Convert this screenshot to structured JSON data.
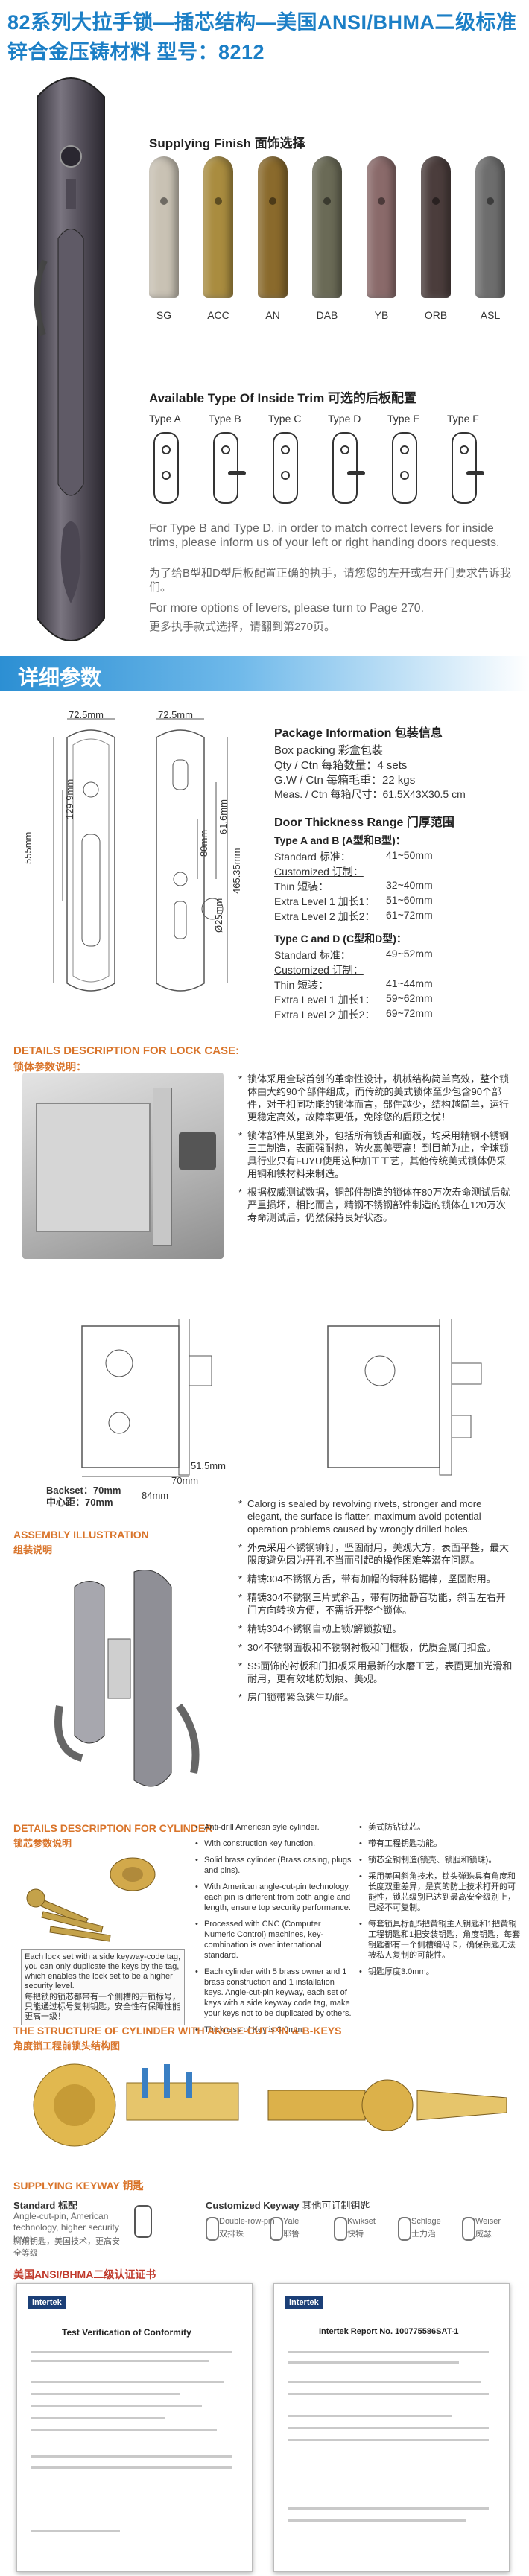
{
  "header": {
    "title_line1": "82系列大拉手锁—插芯结构—美国ANSI/BHMA二级标准",
    "title_line2": "锌合金压铸材料    型号：8212"
  },
  "finish": {
    "title": "Supplying Finish",
    "title_cn": "面饰选择",
    "items": [
      {
        "code": "SG",
        "color": "#c9c2b4"
      },
      {
        "code": "ACC",
        "color": "#a98c3f"
      },
      {
        "code": "AN",
        "color": "#8a6a2c"
      },
      {
        "code": "DAB",
        "color": "#6a6a56"
      },
      {
        "code": "YB",
        "color": "#8a6a6a"
      },
      {
        "code": "ORB",
        "color": "#4b3d3c"
      },
      {
        "code": "ASL",
        "color": "#6d6d6d"
      }
    ]
  },
  "trim": {
    "title": "Available Type Of Inside Trim",
    "title_cn": "可选的后板配置",
    "types": [
      "Type A",
      "Type B",
      "Type C",
      "Type D",
      "Type E",
      "Type F"
    ],
    "note_en": "For Type B and Type D, in order to match correct levers for inside trims, please inform us of your left or right handing doors requests.",
    "note_cn": "为了给B型和D型后板配置正确的执手，请您您的左开或右开门要求告诉我们。",
    "more_en": "For more options of levers, please turn to Page 270.",
    "more_cn": "更多执手款式选择，请翻到第270页。"
  },
  "details_bar": {
    "label": "详细参数"
  },
  "drawing": {
    "width_left": "72.5mm",
    "width_right": "72.5mm",
    "h_555": "555mm",
    "h_129": "129.9mm",
    "h_465": "465.35mm",
    "h_61": "61.6mm",
    "h_80": "80mm",
    "d_25": "Ø25mm"
  },
  "package": {
    "title": "Package  Information",
    "title_cn": "包装信息",
    "lines": [
      "Box packing 彩盒包装",
      "Qty / Ctn 每箱数量：4 sets",
      "G.W / Ctn 每箱毛重：22 kgs",
      "Meas. / Ctn 每箱尺寸：61.5X43X30.5 cm"
    ]
  },
  "thickness": {
    "title": "Door Thickness Range",
    "title_cn": "门厚范围",
    "ab_title": "Type A and B (A型和B型)：",
    "ab_rows": [
      {
        "k": "Standard 标准：",
        "v": "41~50mm"
      },
      {
        "k": "Customized 订制：",
        "v": ""
      },
      {
        "k": "Thin 短装：",
        "v": "32~40mm"
      },
      {
        "k": "Extra Level 1 加长1：",
        "v": "51~60mm"
      },
      {
        "k": "Extra Level 2 加长2：",
        "v": "61~72mm"
      }
    ],
    "cd_title": "Type C and D (C型和D型)：",
    "cd_rows": [
      {
        "k": "Standard 标准：",
        "v": "49~52mm"
      },
      {
        "k": "Customized 订制：",
        "v": ""
      },
      {
        "k": "Thin 短装：",
        "v": "41~44mm"
      },
      {
        "k": "Extra Level 1 加长1：",
        "v": "59~62mm"
      },
      {
        "k": "Extra Level 2 加长2：",
        "v": "69~72mm"
      }
    ]
  },
  "lockcase": {
    "title": "DETAILS DESCRIPTION FOR LOCK CASE:",
    "title_cn": "锁体参数说明：",
    "bullets_top": [
      "锁体采用全球首创的革命性设计，机械结构简单高效，整个锁体由大约90个部件组成，而传统的美式锁体至少包含90个部件，对于相同功能的锁体而言，部件越少，结构越简单，运行更稳定高效，故障率更低，免除您的后顾之忧！",
      "锁体部件从里到外，包括所有锁舌和面板，均采用精钢不锈钢三工制造，表面强耐热，防火离美要高！到目前为止，全球锁具行业只有FUYU使用这种加工工艺，其他传统美式锁体仍采用铜和铁材料来制造。",
      "根据权威测试数据，铜部件制造的锁体在80万次寿命测试后就严重损坏，相比而言，精钢不锈钢部件制造的锁体在120万次寿命测试后，仍然保持良好状态。"
    ],
    "backset": "Backset：70mm",
    "center": "中心距：70mm",
    "dim_84": "84mm",
    "dim_70": "70mm",
    "dim_51": "51.5mm",
    "bullets_bottom": [
      "Calorg is sealed by revolving rivets, stronger and more elegant, the surface is flatter, maximum avoid potential operation problems caused by wrongly drilled holes.",
      "外壳采用不锈钢铆钉，坚固耐用，美观大方，表面平整，最大限度避免因为开孔不当而引起的操作困难等潜在问题。",
      "精铸304不锈钢方舌，带有加帽的特种防锯棒，坚固耐用。",
      "精铸304不锈钢三片式斜舌，带有防插静音功能，斜舌左右开门方向转换方便，不需拆开整个锁体。",
      "精铸304不锈钢自动上锁/解锁按钮。",
      "304不锈钢面板和不锈钢衬板和门框板，优质金属门扣盒。",
      "SS面饰的衬板和门扣板采用最新的水磨工艺，表面更加光滑和耐用，更有效地防划痕、美观。",
      "房门锁带紧急逃生功能。"
    ]
  },
  "assembly": {
    "title": "ASSEMBLY ILLUSTRATION",
    "title_cn": "组装说明"
  },
  "cylinder": {
    "title": "DETAILS DESCRIPTION FOR CYLINDER",
    "title_cn": "锁芯参数说明",
    "photo_note_en": "Each lock set with a side keyway-code tag, you can only duplicate the keys by the tag, which enables the lock set to be a higher security level.",
    "photo_note_cn": "每把锁的锁芯都带有一个侧槽的开锁标号，只能通过标号复制钥匙，安全性有保障性能更高一级！",
    "bullets_en": [
      "Anti-drill American syle cylinder.",
      "With construction key function.",
      "Solid brass cylinder (Brass casing, plugs and pins).",
      "With American angle-cut-pin technology, each pin is different from both angle and length, ensure top security performance.",
      "Processed with CNC (Computer Numeric Control) machines, key-combination is over international standard.",
      "Each cylinder with 5 brass owner and 1 brass construction and 1 installation keys. Angle-cut-pin keyway, each set of keys with a side keyway code tag, make your keys not to be duplicated by others.",
      "Thickness of Key is 3.0mm."
    ],
    "bullets_cn": [
      "美式防钻锁芯。",
      "带有工程钥匙功能。",
      "锁芯全铜制造(锁壳、锁胆和锁珠)。",
      "采用美国斜角技术，锁头弹珠具有角度和长度双重差异，是真的防止技术打开的可能性，锁芯级别已达到最高安全级别上，已经不可复制。",
      "每套锁具标配5把黄铜主人钥匙和1把黄铜工程钥匙和1把安装钥匙，角度钥匙，每套钥匙都有一个侧槽编码卡，确保钥匙无法被私人复制的可能性。",
      "钥匙厚度3.0mm。"
    ]
  },
  "angle_cut": {
    "title": "THE STRUCTURE OF CYLINDER WITH ANGLE-CUT-PIN & B-KEYS",
    "title_cn": "角度锁工程前锁头结构图"
  },
  "keyway": {
    "title": "SUPPLYING KEYWAY",
    "title_cn": "钥匙",
    "standard_label": "Standard",
    "standard_cn": "标配",
    "standard_desc": "Angle-cut-pin, American technology, higher security level.",
    "standard_desc_cn": "斜角钥匙，美国技术，更高安全等级",
    "custom_label": "Customized Keyway",
    "custom_cn": "其他可订制钥匙",
    "items": [
      {
        "name": "Double-row-pin",
        "cn": "双排珠"
      },
      {
        "name": "Yale",
        "cn": "耶鲁"
      },
      {
        "name": "Kwikset",
        "cn": "快特"
      },
      {
        "name": "Schlage",
        "cn": "士力治"
      },
      {
        "name": "Weiser",
        "cn": "威瑟"
      }
    ]
  },
  "cert": {
    "title": "美国ANSI/BHMA二级认证证书",
    "doc1_heading": "Test Verification of Conformity",
    "doc2_heading": "Intertek Report No. 100775586SAT-1",
    "brand": "intertek"
  }
}
